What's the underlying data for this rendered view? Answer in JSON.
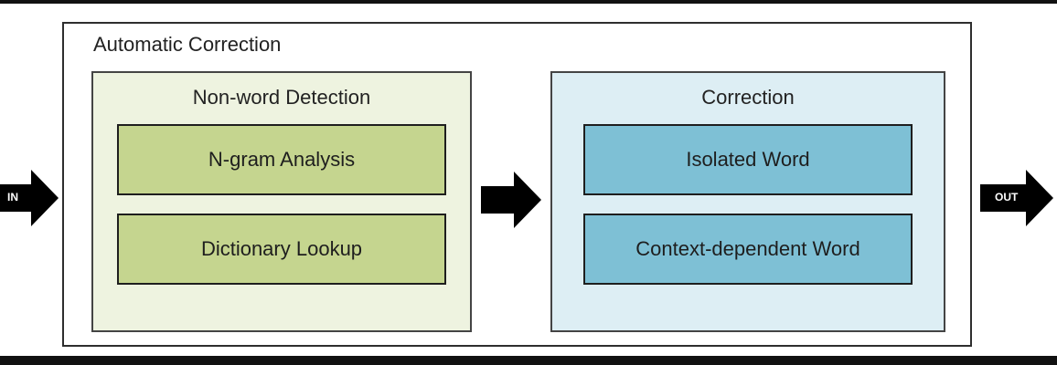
{
  "diagram": {
    "input_label": "IN",
    "output_label": "OUT",
    "outer_title": "Automatic Correction",
    "left_panel": {
      "title": "Non-word Detection",
      "items": [
        "N-gram Analysis",
        "Dictionary Lookup"
      ]
    },
    "right_panel": {
      "title": "Correction",
      "items": [
        "Isolated Word",
        "Context-dependent Word"
      ]
    }
  },
  "colors": {
    "left_panel_bg": "#eef3e0",
    "left_box": "#c5d58f",
    "right_panel_bg": "#ddeef4",
    "right_box": "#7ec0d5",
    "arrow": "#000000"
  }
}
